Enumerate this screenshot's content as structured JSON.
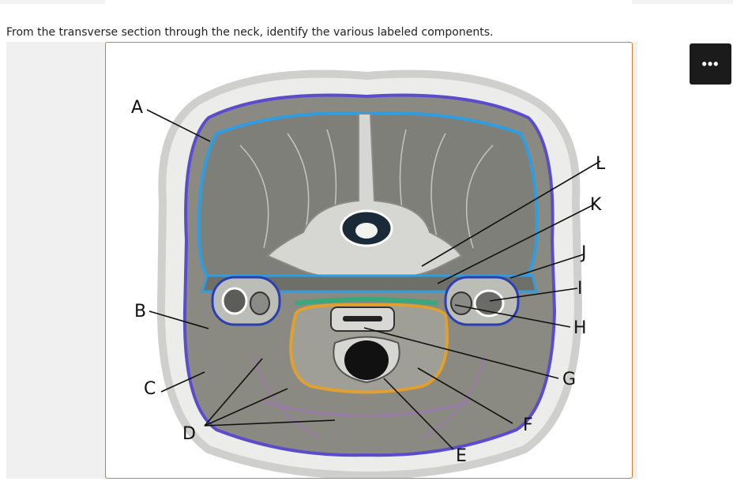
{
  "question": {
    "text": "From the transverse section through the neck, identify the various labeled components."
  },
  "toolbar": {
    "more_label": "•••",
    "more_icon": "ellipsis-icon"
  },
  "figure": {
    "labels": [
      "A",
      "B",
      "C",
      "D",
      "E",
      "F",
      "G",
      "H",
      "I",
      "J",
      "K",
      "L"
    ]
  }
}
